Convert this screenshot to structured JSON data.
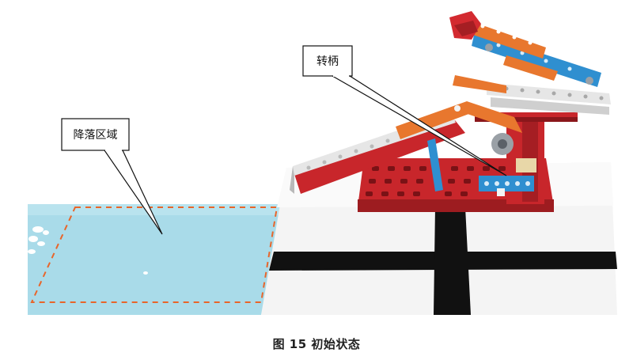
{
  "callouts": {
    "landing_zone": "降落区域",
    "handle": "转柄"
  },
  "caption": "图 15  初始状态",
  "colors": {
    "pool": "#a9dbe9",
    "pool_dash": "#e8652a",
    "base_red": "#c8262b",
    "beam_white": "#e6e6e6",
    "beam_blue": "#2f8fd0",
    "beam_orange": "#e8772e",
    "line_black": "#111111"
  }
}
